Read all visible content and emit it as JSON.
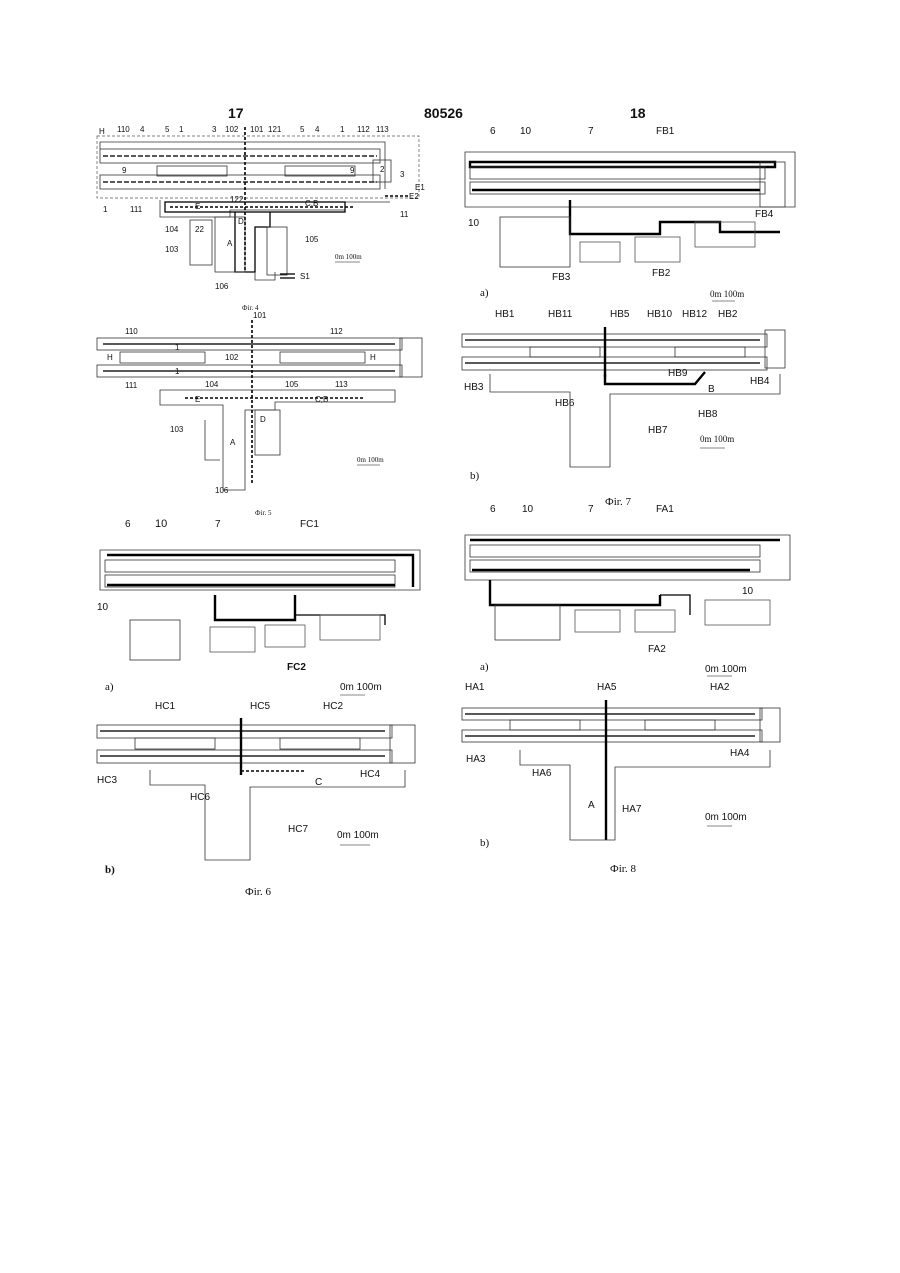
{
  "header": {
    "left_page": "17",
    "patent_number": "80526",
    "right_page": "18"
  },
  "fig4": {
    "caption": "Фіг. 4",
    "labels": {
      "H": "H",
      "l110": "110",
      "l4a": "4",
      "l5a": "5",
      "l1a": "1",
      "l3a": "3",
      "l102": "102",
      "l101": "101",
      "l121": "121",
      "l5b": "5",
      "l4b": "4",
      "l1b": "1",
      "l112": "112",
      "l113": "113",
      "l2": "2",
      "l3b": "3",
      "E1": "E1",
      "E2": "E2",
      "l9a": "9",
      "l9b": "9",
      "l1c": "1",
      "l111": "111",
      "E": "E",
      "CB": "C,B",
      "l122": "122",
      "l104": "104",
      "l22": "22",
      "D": "D",
      "A": "A",
      "l103": "103",
      "l105": "105",
      "l11": "11",
      "l106": "106",
      "S1": "S1",
      "scale": "0m    100m"
    }
  },
  "fig5": {
    "caption": "Фіг. 5",
    "labels": {
      "l110": "110",
      "l101": "101",
      "l112": "112",
      "H1": "H",
      "H2": "H",
      "l1a": "1",
      "l1b": "1",
      "l102": "102",
      "l111": "111",
      "l104": "104",
      "l105": "105",
      "l113": "113",
      "E": "E",
      "CB": "C,B",
      "l103": "103",
      "D": "D",
      "A": "A",
      "l106": "106",
      "scale": "0m    100m"
    }
  },
  "fig6": {
    "caption": "Фіг. 6",
    "a": {
      "sub": "a)",
      "l6": "6",
      "l10": "10",
      "l7": "7",
      "FC1": "FC1",
      "l10b": "10",
      "FC2": "FC2",
      "scale": "0m    100m"
    },
    "b": {
      "sub": "b)",
      "HC1": "HC1",
      "HC5": "HC5",
      "HC2": "HC2",
      "HC3": "HC3",
      "HC4": "HC4",
      "HC6": "HC6",
      "C": "C",
      "HC7": "HC7",
      "scale": "0m    100m"
    }
  },
  "fig7": {
    "caption": "Фіг. 7",
    "a": {
      "sub": "a)",
      "l6": "6",
      "l10": "10",
      "l7": "7",
      "FB1": "FB1",
      "l10b": "10",
      "FB4": "FB4",
      "FB3": "FB3",
      "FB2": "FB2",
      "scale": "0m    100m"
    },
    "b": {
      "sub": "b)",
      "HB1": "HB1",
      "HB11": "HB11",
      "HB5": "HB5",
      "HB10": "HB10",
      "HB12": "HB12",
      "HB2": "HB2",
      "HB3": "HB3",
      "HB9": "HB9",
      "HB4": "HB4",
      "B": "B",
      "HB6": "HB6",
      "HB8": "HB8",
      "HB7": "HB7",
      "scale": "0m    100m"
    }
  },
  "fig8": {
    "caption": "Фіг. 8",
    "a": {
      "sub": "a)",
      "l6": "6",
      "l10": "10",
      "l7": "7",
      "FA1": "FA1",
      "l10b": "10",
      "FA2": "FA2",
      "scale": "0m    100m"
    },
    "b": {
      "sub": "b)",
      "HA1": "HA1",
      "HA5": "HA5",
      "HA2": "HA2",
      "HA3": "HA3",
      "HA4": "HA4",
      "HA6": "HA6",
      "A": "A",
      "HA7": "HA7",
      "scale": "0m    100m"
    }
  }
}
